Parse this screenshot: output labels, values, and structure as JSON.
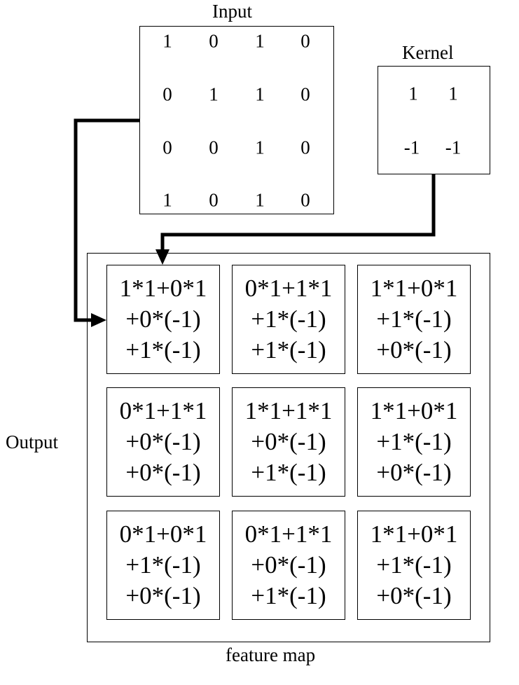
{
  "labels": {
    "input": "Input",
    "kernel": "Kernel",
    "output": "Output",
    "feature_map": "feature map"
  },
  "input_matrix": [
    [
      "1",
      "0",
      "1",
      "0"
    ],
    [
      "0",
      "1",
      "1",
      "0"
    ],
    [
      "0",
      "0",
      "1",
      "0"
    ],
    [
      "1",
      "0",
      "1",
      "0"
    ]
  ],
  "kernel_matrix": [
    [
      "1",
      "1"
    ],
    [
      "-1",
      "-1"
    ]
  ],
  "output_cells": [
    [
      "1*1+0*1",
      "+0*(-1)",
      "+1*(-1)"
    ],
    [
      "0*1+1*1",
      "+1*(-1)",
      "+1*(-1)"
    ],
    [
      "1*1+0*1",
      "+1*(-1)",
      "+0*(-1)"
    ],
    [
      "0*1+1*1",
      "+0*(-1)",
      "+0*(-1)"
    ],
    [
      "1*1+1*1",
      "+0*(-1)",
      "+1*(-1)"
    ],
    [
      "1*1+0*1",
      "+1*(-1)",
      "+0*(-1)"
    ],
    [
      "0*1+0*1",
      "+1*(-1)",
      "+0*(-1)"
    ],
    [
      "0*1+1*1",
      "+0*(-1)",
      "+1*(-1)"
    ],
    [
      "1*1+0*1",
      "+1*(-1)",
      "+0*(-1)"
    ]
  ]
}
